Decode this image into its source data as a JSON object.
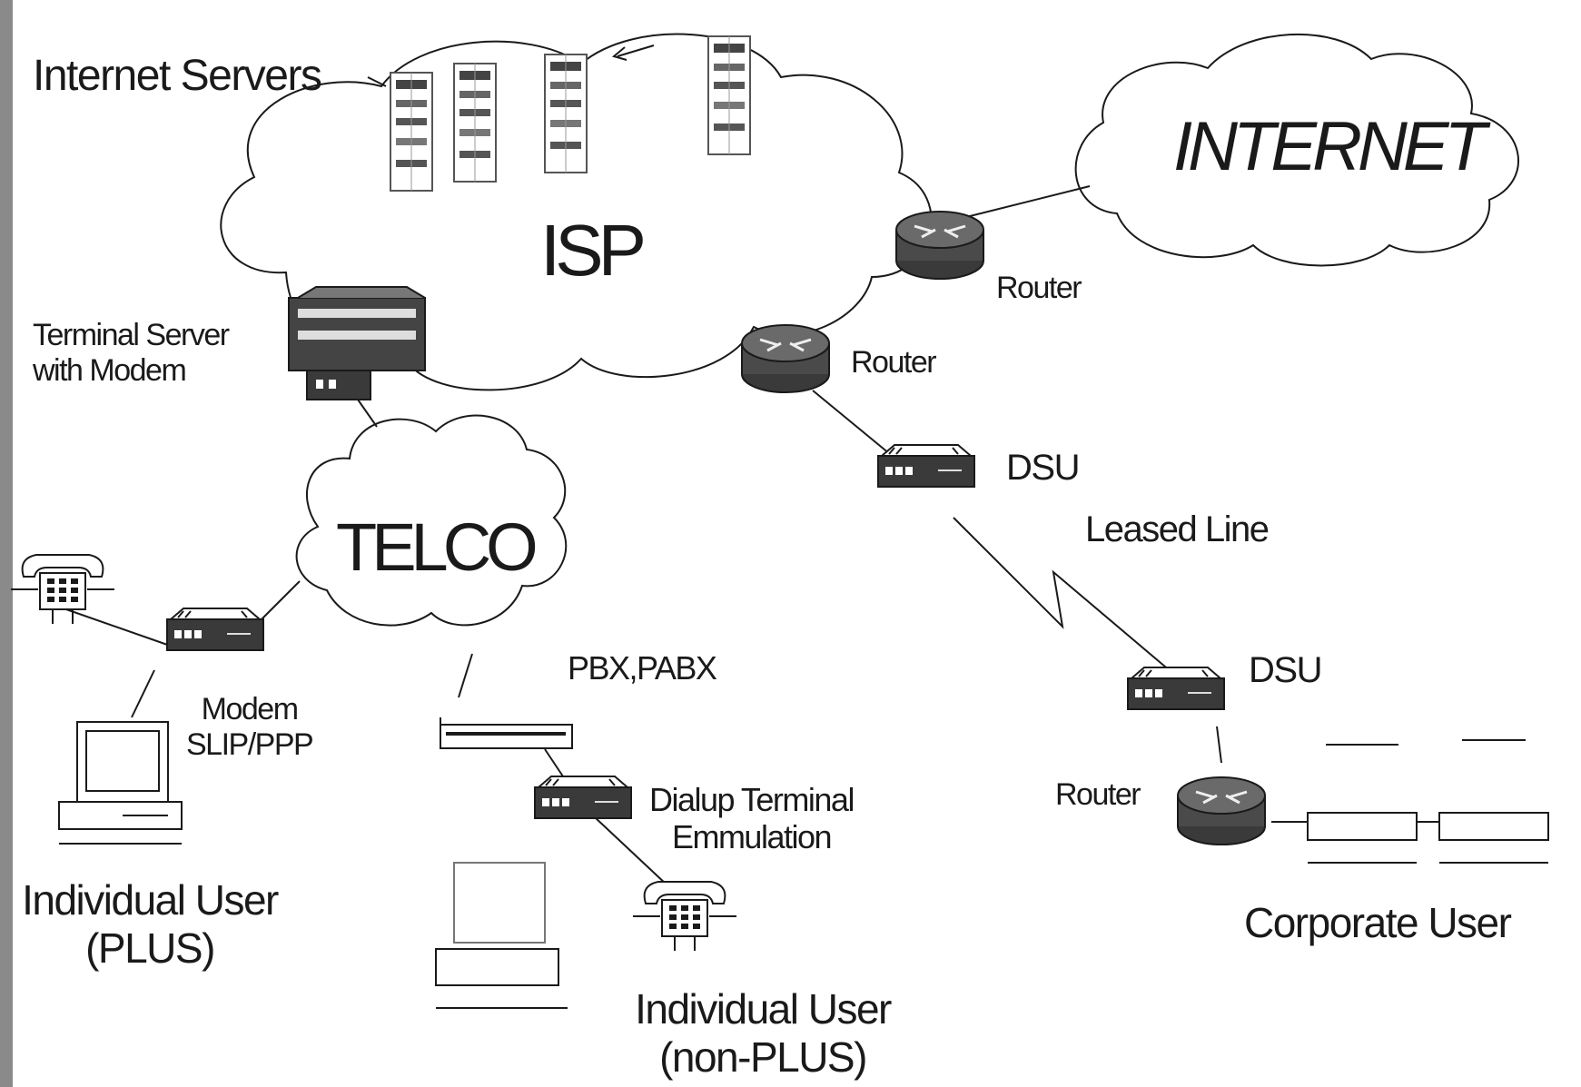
{
  "labels": {
    "internet_servers": "Internet Servers",
    "isp": "ISP",
    "internet": "INTERNET",
    "router_top": "Router",
    "router_mid": "Router",
    "terminal_server": [
      "Terminal Server",
      "with Modem"
    ],
    "dsu_top": "DSU",
    "leased_line": "Leased Line",
    "telco": "TELCO",
    "pbx": "PBX,PABX",
    "dsu_bottom": "DSU",
    "modem": [
      "Modem",
      "SLIP/PPP"
    ],
    "dialup": [
      "Dialup Terminal",
      "Emmulation"
    ],
    "router_corp": "Router",
    "individual_plus": [
      "Individual User",
      "(PLUS)"
    ],
    "corporate_user": "Corporate User",
    "individual_nonplus": [
      "Individual User",
      "(non-PLUS)"
    ]
  },
  "colors": {
    "ink": "#1a1a1a",
    "device_fill": "#3a3a3a",
    "router_fill": "#4a4a4a"
  }
}
